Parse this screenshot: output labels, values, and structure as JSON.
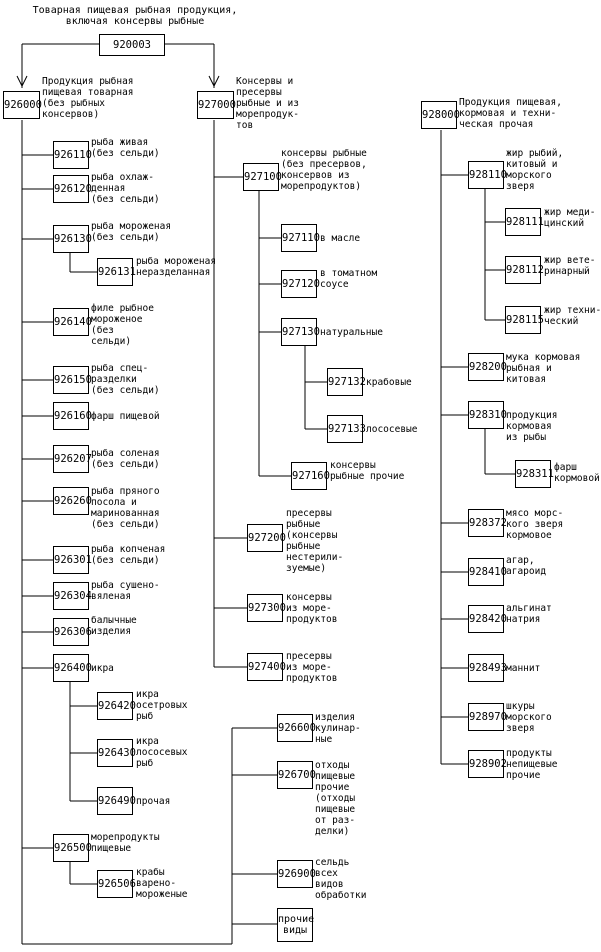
{
  "title": "Товарная пищевая рыбная продукция,\nвключая консервы рыбные",
  "root": {
    "code": "920003"
  },
  "nodes": {
    "n926000": {
      "code": "926000",
      "label": "Продукция рыбная\nпищевая товарная\n(без рыбных\nконсервов)"
    },
    "n926110": {
      "code": "926110",
      "label": "рыба живая\n(без сельди)"
    },
    "n926120": {
      "code": "926120",
      "label": "рыба охлаж-\nденная\n(без сельди)"
    },
    "n926130": {
      "code": "926130",
      "label": "рыба мороженая\n(без сельди)"
    },
    "n926131": {
      "code": "926131",
      "label": "рыба мороженая\nнеразделанная"
    },
    "n926140": {
      "code": "926140",
      "label": "филе рыбное\nмороженое\n(без\nсельди)"
    },
    "n926150": {
      "code": "926150",
      "label": "рыба спец-\nразделки\n(без сельди)"
    },
    "n926160": {
      "code": "926160",
      "label": "фарш пищевой"
    },
    "n926207": {
      "code": "926207",
      "label": "рыба соленая\n(без сельди)"
    },
    "n926260": {
      "code": "926260",
      "label": "рыба пряного\nпосола и\nмаринованная\n(без сельди)"
    },
    "n926301": {
      "code": "926301",
      "label": "рыба копченая\n(без сельди)"
    },
    "n926304": {
      "code": "926304",
      "label": "рыба сушено-\nвяленая"
    },
    "n926306": {
      "code": "926306",
      "label": "балычные\nизделия"
    },
    "n926400": {
      "code": "926400",
      "label": "икра"
    },
    "n926420": {
      "code": "926420",
      "label": "икра\nосетровых\nрыб"
    },
    "n926430": {
      "code": "926430",
      "label": "икра\nлососевых\nрыб"
    },
    "n926490": {
      "code": "926490",
      "label": "прочая"
    },
    "n926500": {
      "code": "926500",
      "label": "морепродукты\nпищевые"
    },
    "n926506": {
      "code": "926506",
      "label": "крабы\nварено-\nмороженые"
    },
    "n926600": {
      "code": "926600",
      "label": "изделия\nкулинар-\nные"
    },
    "n926700": {
      "code": "926700",
      "label": "отходы\nпищевые\nпрочие\n(отходы\nпищевые\nот раз-\nделки)"
    },
    "n926900": {
      "code": "926900",
      "label": "сельдь\nвсех\nвидов\nобработки"
    },
    "nprochie": {
      "code": "прочие\nвиды",
      "label": ""
    },
    "n927000": {
      "code": "927000",
      "label": "Консервы и\nпресервы\nрыбные и из\nморепродук-\nтов"
    },
    "n927100": {
      "code": "927100",
      "label": "консервы рыбные\n(без пресервов,\nконсервов из\nморепродуктов)"
    },
    "n927110": {
      "code": "927110",
      "label": "в масле"
    },
    "n927120": {
      "code": "927120",
      "label": "в томатном\nсоусе"
    },
    "n927130": {
      "code": "927130",
      "label": "натуральные"
    },
    "n927132": {
      "code": "927132",
      "label": "крабовые"
    },
    "n927133": {
      "code": "927133",
      "label": "лососевые"
    },
    "n927160": {
      "code": "927160",
      "label": "консервы\nрыбные прочие"
    },
    "n927200": {
      "code": "927200",
      "label": "пресервы\nрыбные\n(консервы\nрыбные\nнестерили-\nзуемые)"
    },
    "n927300": {
      "code": "927300",
      "label": "консервы\nиз море-\nпродуктов"
    },
    "n927400": {
      "code": "927400",
      "label": "пресервы\nиз море-\nпродуктов"
    },
    "n928000": {
      "code": "928000",
      "label": "Продукция пищевая,\nкормовая и техни-\nческая прочая"
    },
    "n928110": {
      "code": "928110",
      "label": "жир рыбий,\nкитовый и\nморского\nзверя"
    },
    "n928111": {
      "code": "928111",
      "label": "жир меди-\nцинский"
    },
    "n928112": {
      "code": "928112",
      "label": "жир вете-\nринарный"
    },
    "n928115": {
      "code": "928115",
      "label": "жир техни-\nческий"
    },
    "n928200": {
      "code": "928200",
      "label": "мука кормовая\nрыбная и\nкитовая"
    },
    "n928310": {
      "code": "928310",
      "label": "продукция\nкормовая\nиз рыбы"
    },
    "n928311": {
      "code": "928311",
      "label": "фарш\nкормовой"
    },
    "n928372": {
      "code": "928372",
      "label": "мясо морс-\nкого зверя\nкормовое"
    },
    "n928410": {
      "code": "928410",
      "label": "агар,\nагароид"
    },
    "n928420": {
      "code": "928420",
      "label": "альгинат\nнатрия"
    },
    "n928493": {
      "code": "928493",
      "label": "маннит"
    },
    "n928970": {
      "code": "928970",
      "label": "шкуры\nморского\nзверя"
    },
    "n928902": {
      "code": "928902",
      "label": "продукты\nнепищевые\nпрочие"
    }
  }
}
